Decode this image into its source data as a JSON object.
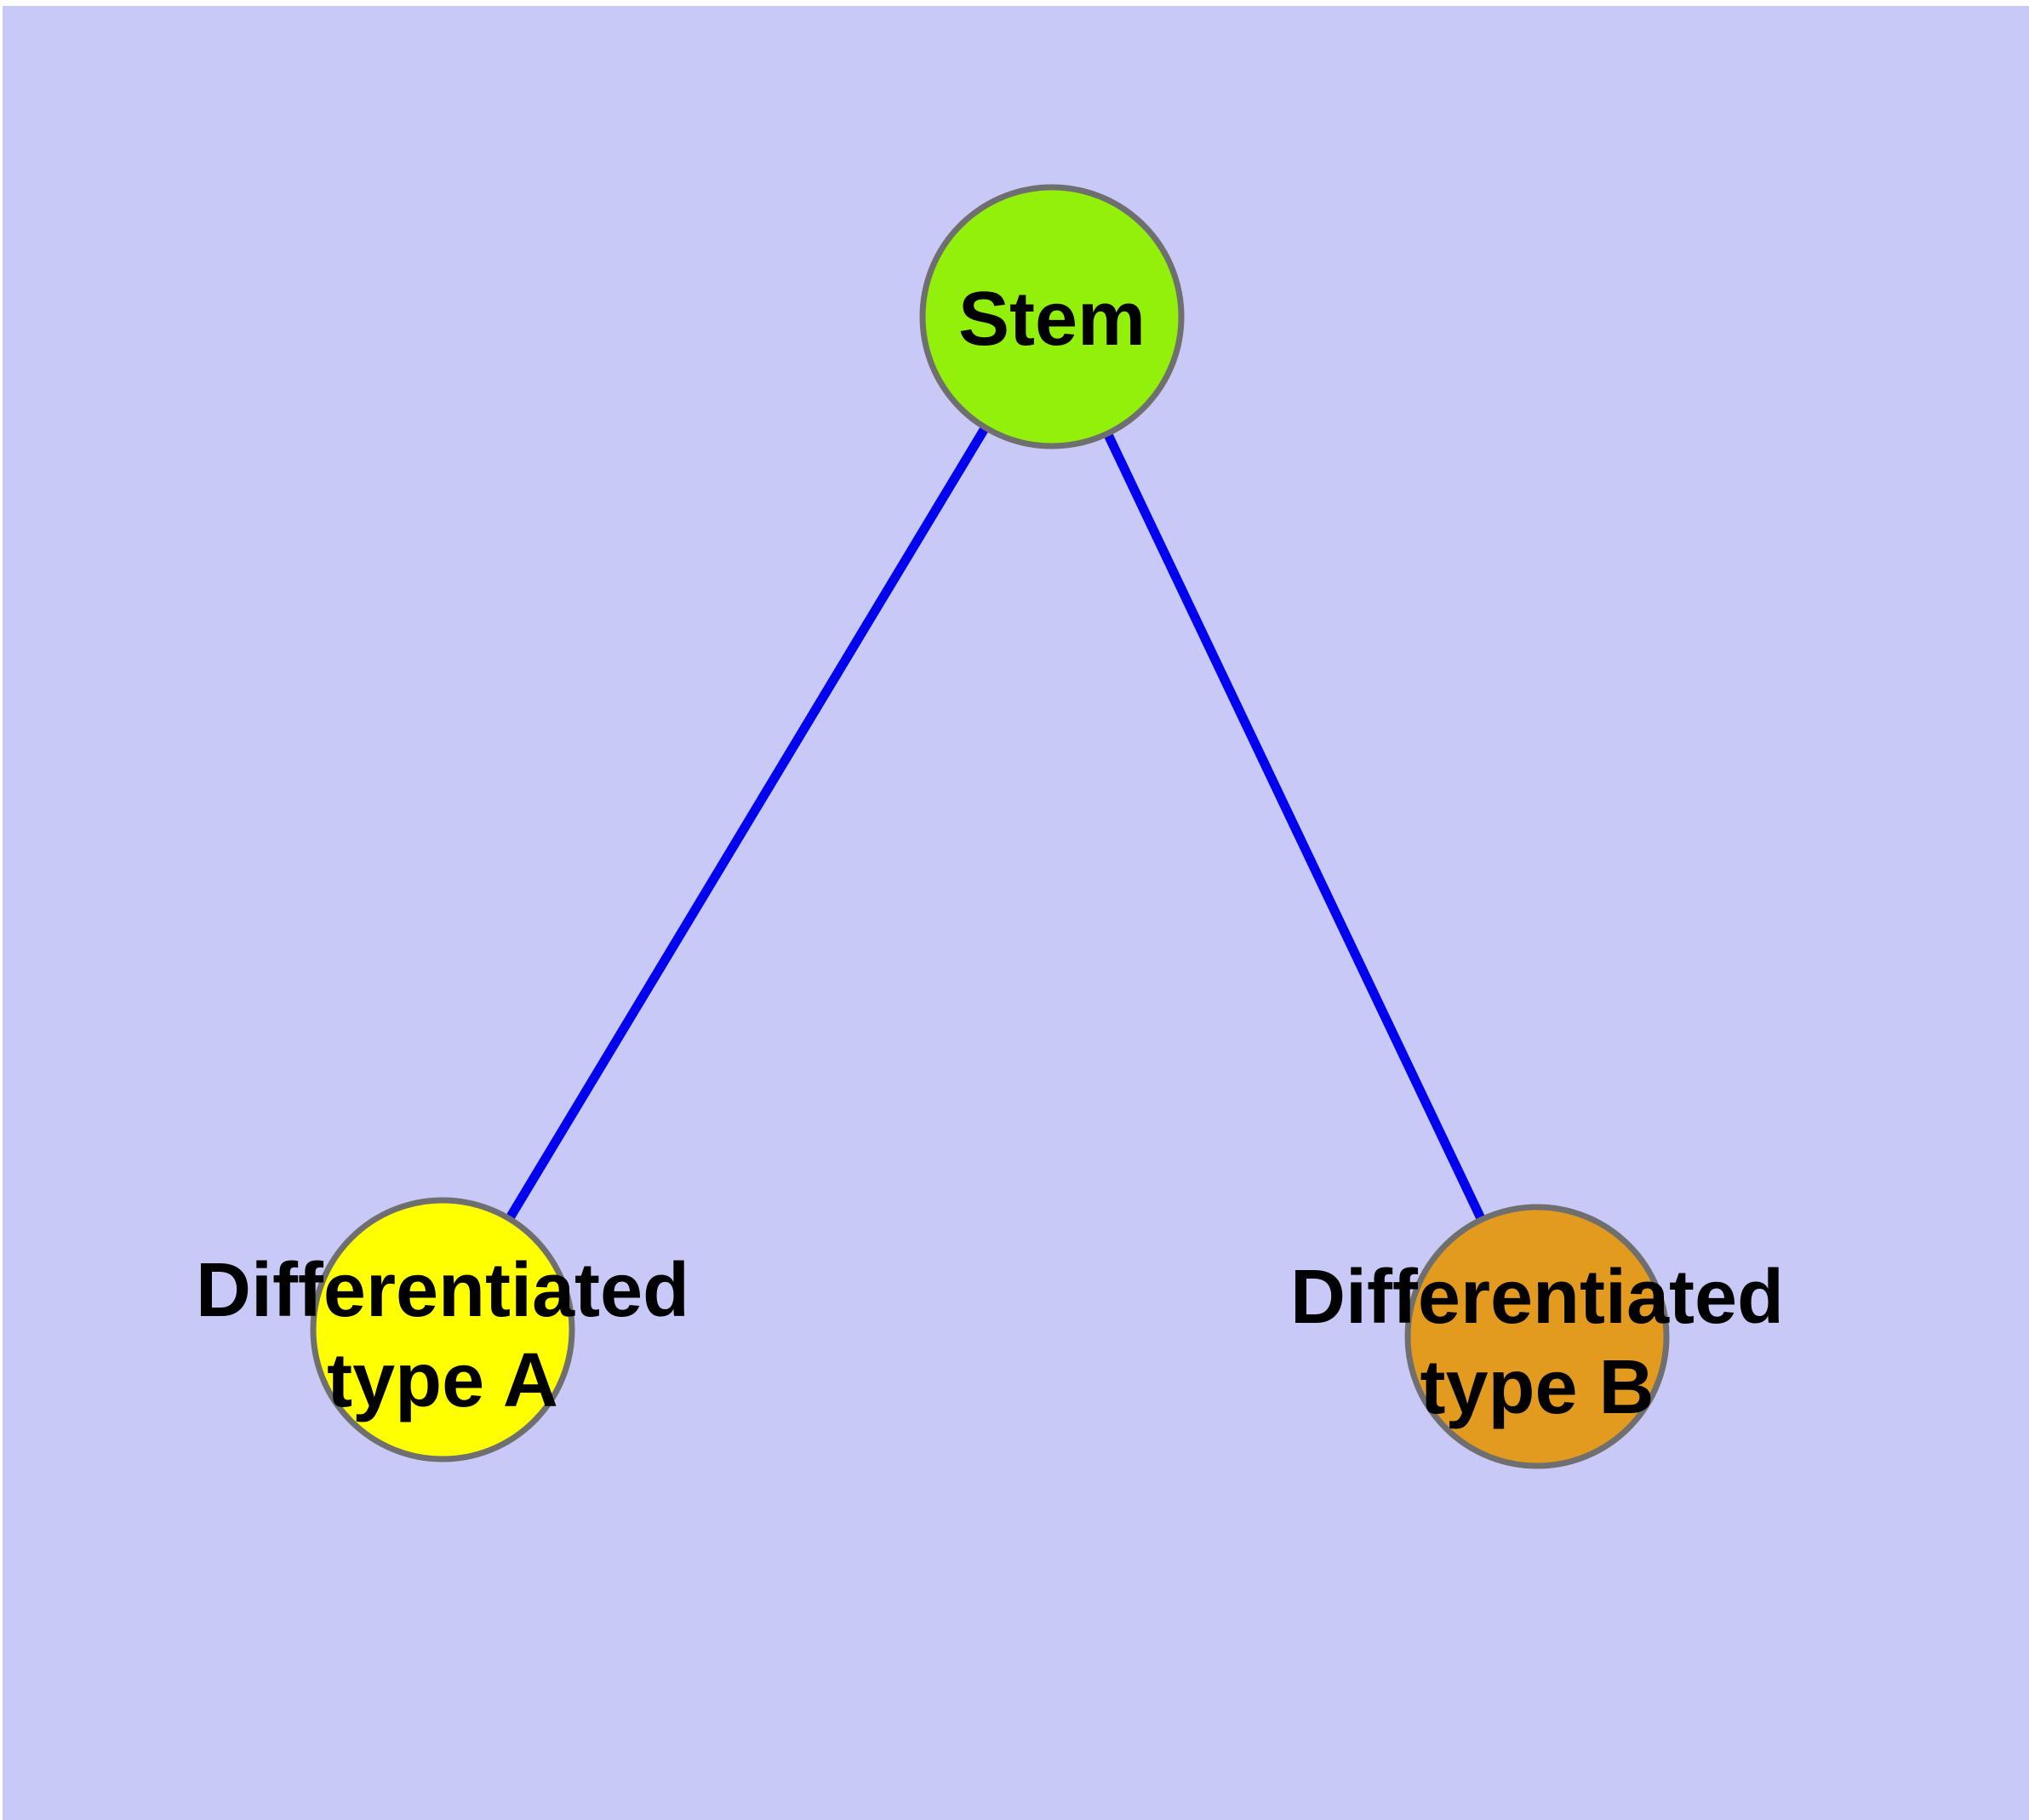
{
  "diagram": {
    "background_color": "#C9C9F7",
    "page_margin_color": "#FFFFFF",
    "edge_color": "#0202EE",
    "node_border_color": "#6F6F6F",
    "label_color": "#000000",
    "nodes": {
      "stem": {
        "label": "Stem",
        "color": "#92F00A"
      },
      "type_a": {
        "label_line1": "Differentiated",
        "label_line2": "type A",
        "color": "#FFFF00"
      },
      "type_b": {
        "label_line1": "Differentiated",
        "label_line2": "type B",
        "color": "#E29B1E"
      }
    },
    "edges": [
      {
        "from": "Stem",
        "to": "Differentiated type A"
      },
      {
        "from": "Stem",
        "to": "Differentiated type B"
      }
    ]
  }
}
